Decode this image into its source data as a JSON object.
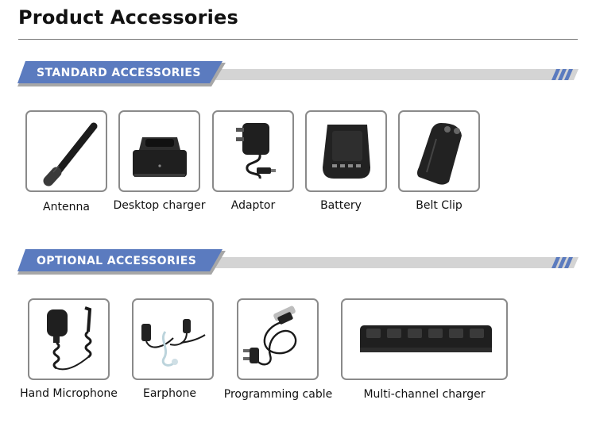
{
  "page": {
    "title": "Product Accessories"
  },
  "sections": {
    "standard": {
      "label": "STANDARD ACCESSORIES",
      "items": [
        {
          "label": "Antenna",
          "icon": "antenna-icon"
        },
        {
          "label": "Desktop charger",
          "icon": "desktop-charger-icon"
        },
        {
          "label": "Adaptor",
          "icon": "adaptor-icon"
        },
        {
          "label": "Battery",
          "icon": "battery-icon"
        },
        {
          "label": "Belt Clip",
          "icon": "belt-clip-icon"
        }
      ]
    },
    "optional": {
      "label": "OPTIONAL ACCESSORIES",
      "items": [
        {
          "label": "Hand Microphone",
          "icon": "hand-microphone-icon"
        },
        {
          "label": "Earphone",
          "icon": "earphone-icon"
        },
        {
          "label": "Programming cable",
          "icon": "programming-cable-icon"
        },
        {
          "label": "Multi-channel charger",
          "icon": "multi-channel-charger-icon"
        }
      ]
    }
  },
  "colors": {
    "banner_blue": "#5b7bbf",
    "banner_grey": "#d0d0d0",
    "box_border": "#8a8a8a"
  }
}
